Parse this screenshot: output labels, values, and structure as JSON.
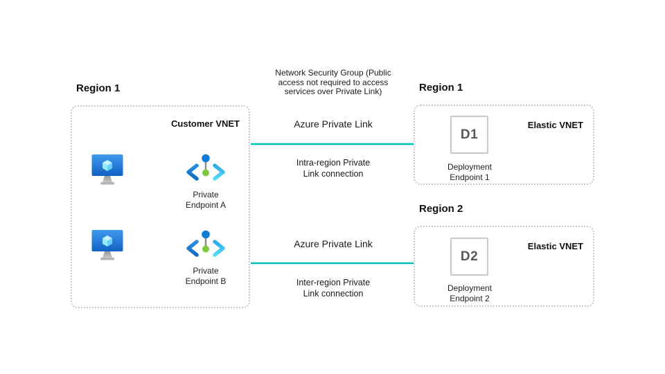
{
  "colors": {
    "teal_arrow": "#00BFB3",
    "gray_arrow": "#A9A9A9",
    "dashed_border": "#C9C9C9",
    "deployment_box_border": "#C9C9C9",
    "deployment_code_text": "#575757",
    "vm_screen_blue": "#1565C9",
    "endpoint_green": "#7DC940",
    "endpoint_blue": "#0F7BD6"
  },
  "icons": {
    "vm": "azure-vm-icon",
    "private_endpoint": "private-endpoint-icon"
  },
  "customer_region": {
    "title": "Region 1",
    "vnet_label": "Customer VNET",
    "endpoint_a_lines": [
      "Private",
      "Endpoint A"
    ],
    "endpoint_b_lines": [
      "Private",
      "Endpoint B"
    ]
  },
  "connections": {
    "nsg_note_lines": [
      "Network Security Group (Public",
      "access not required to access",
      "services over Private Link)"
    ],
    "link1": {
      "label": "Azure Private Link",
      "sublabel_lines": [
        "Intra-region Private",
        "Link connection"
      ]
    },
    "link2": {
      "label": "Azure Private Link",
      "sublabel_lines": [
        "Inter-region Private",
        "Link connection"
      ]
    }
  },
  "elastic_region_1": {
    "title": "Region 1",
    "vnet_label": "Elastic VNET",
    "deployment_code": "D1",
    "deployment_label_lines": [
      "Deployment",
      "Endpoint 1"
    ]
  },
  "elastic_region_2": {
    "title": "Region 2",
    "vnet_label": "Elastic VNET",
    "deployment_code": "D2",
    "deployment_label_lines": [
      "Deployment",
      "Endpoint 2"
    ]
  }
}
